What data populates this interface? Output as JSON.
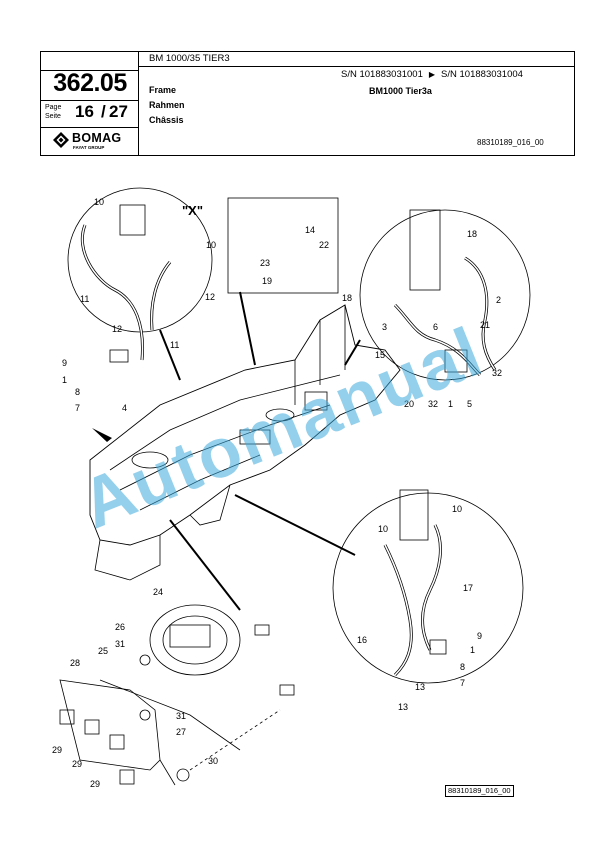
{
  "header": {
    "model": "BM 1000/35 TIER3",
    "page_number": "362.05",
    "page_label": "Page\nSeite",
    "page_current": "16",
    "page_sep": "/",
    "page_total": "27",
    "brand": "BOMAG",
    "brand_sub": "FAYAT GROUP",
    "sn_from": "S/N 101883031001",
    "sn_to": "S/N 101883031004",
    "title_en": "Frame",
    "title_de": "Rahmen",
    "title_fr": "Châssis",
    "variant": "BM1000 Tier3a",
    "doc_ref": "88310189_016_00"
  },
  "drawing": {
    "detail_label": "\"X\"",
    "callouts": [
      "10",
      "10",
      "11",
      "12",
      "12",
      "11",
      "9",
      "1",
      "8",
      "7",
      "4",
      "14",
      "22",
      "23",
      "19",
      "18",
      "2",
      "18",
      "3",
      "6",
      "21",
      "15",
      "32",
      "20",
      "32",
      "1",
      "5",
      "10",
      "10",
      "17",
      "16",
      "9",
      "1",
      "8",
      "7",
      "13",
      "13",
      "24",
      "26",
      "31",
      "25",
      "28",
      "31",
      "27",
      "29",
      "29",
      "29",
      "30"
    ],
    "bottom_ref": "88310189_016_00"
  },
  "watermark": "Automanual",
  "colors": {
    "watermark": "#3caadc",
    "ink": "#000000"
  }
}
